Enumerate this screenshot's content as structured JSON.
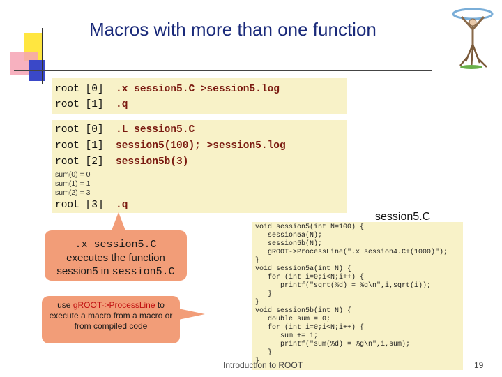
{
  "title": "Macros with more than one function",
  "box1": {
    "lines": [
      {
        "prompt": "root [0]",
        "cmd": ".x session5.C >session5.log"
      },
      {
        "prompt": "root [1]",
        "cmd": ".q"
      }
    ]
  },
  "box2": {
    "lines": [
      {
        "prompt": "root [0]",
        "cmd": ".L session5.C"
      },
      {
        "prompt": "root [1]",
        "cmd": "session5(100); >session5.log"
      },
      {
        "prompt": "root [2]",
        "cmd": "session5b(3)"
      }
    ],
    "output": [
      "sum(0) = 0",
      "sum(1) = 1",
      "sum(2) = 3"
    ],
    "last": {
      "prompt": "root [3]",
      "cmd": ".q"
    }
  },
  "callout1": {
    "code": ".x session5.C",
    "text1": "executes the function",
    "text2": "session5 in",
    "text3": "session5.C"
  },
  "callout2": {
    "prefix": "use",
    "code": "gROOT->ProcessLine",
    "rest": "to execute a macro from a macro or from compiled code"
  },
  "codefile": {
    "label": "session5.C",
    "lines": [
      "void session5(int N=100) {",
      "   session5a(N);",
      "   session5b(N);",
      "   gROOT->ProcessLine(\".x session4.C+(1000)\");",
      "}",
      "void session5a(int N) {",
      "   for (int i=0;i<N;i++) {",
      "      printf(\"sqrt(%d) = %g\\n\",i,sqrt(i));",
      "   }",
      "}",
      "void session5b(int N) {",
      "   double sum = 0;",
      "   for (int i=0;i<N;i++) {",
      "      sum += i;",
      "      printf(\"sum(%d) = %g\\n\",i,sum);",
      "   }",
      "}"
    ]
  },
  "footer": "Introduction to ROOT",
  "page_number": "19",
  "colors": {
    "title": "#1a2a7a",
    "code_bg": "#f8f2c8",
    "callout": "#f29d78",
    "command": "#7a1a10"
  }
}
